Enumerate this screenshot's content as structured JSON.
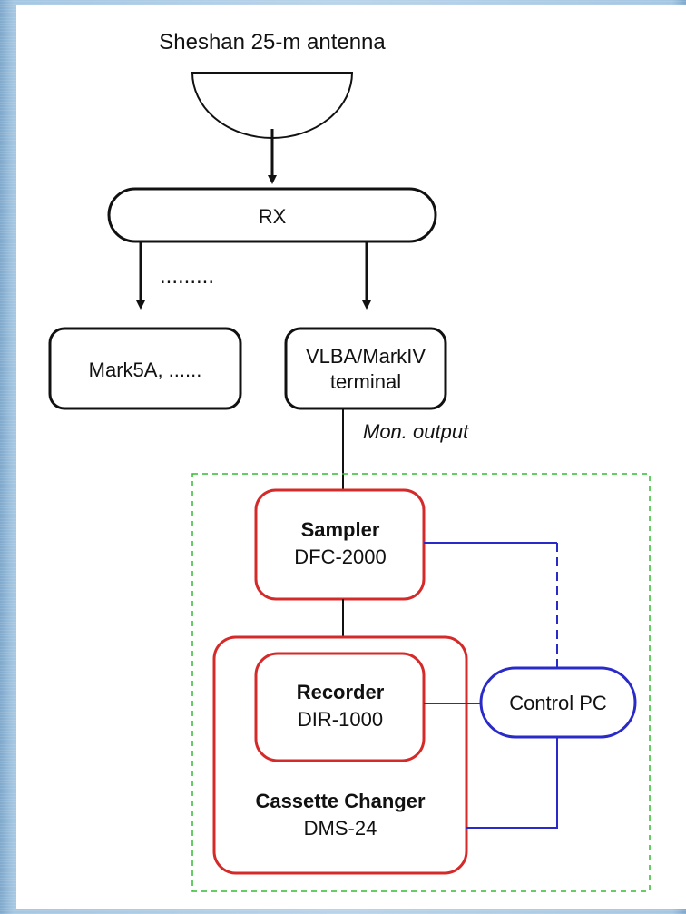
{
  "antenna": {
    "label": "Sheshan 25-m antenna"
  },
  "rx": {
    "label": "RX"
  },
  "ellipsis": {
    "label": "........."
  },
  "mark5a": {
    "label": "Mark5A, ......"
  },
  "vlba": {
    "line1": "VLBA/MarkIV",
    "line2": "terminal"
  },
  "mon_output": {
    "label": "Mon. output"
  },
  "sampler": {
    "line1": "Sampler",
    "line2": "DFC-2000"
  },
  "recorder": {
    "line1": "Recorder",
    "line2": "DIR-1000"
  },
  "changer": {
    "line1": "Cassette Changer",
    "line2": "DMS-24"
  },
  "control_pc": {
    "label": "Control PC"
  },
  "colors": {
    "red_box": "#d42a2a",
    "blue_link": "#2a2ac8",
    "green_dash": "#33bb33",
    "black": "#111111"
  }
}
